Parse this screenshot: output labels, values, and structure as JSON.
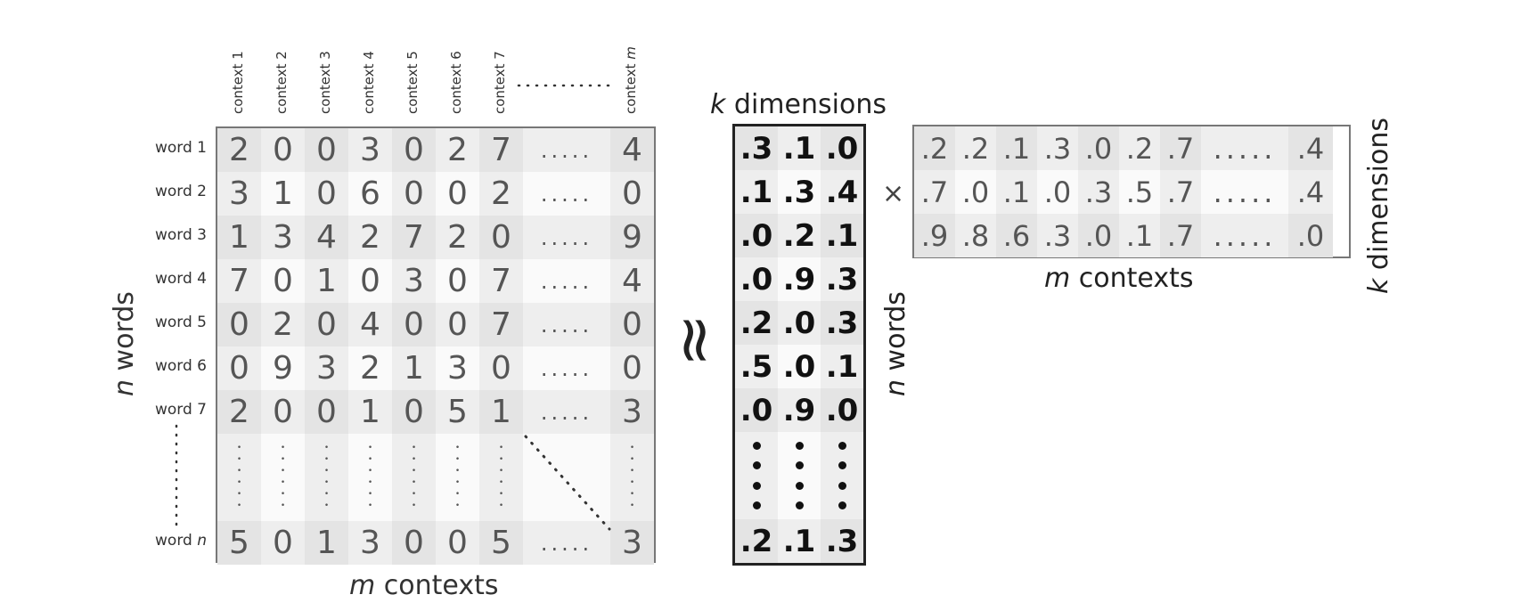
{
  "columns": [
    "context 1",
    "context 2",
    "context 3",
    "context 4",
    "context 5",
    "context 6",
    "context 7"
  ],
  "last_column": "context m",
  "rows": [
    "word 1",
    "word 2",
    "word 3",
    "word 4",
    "word 5",
    "word 6",
    "word 7"
  ],
  "last_row": "word n",
  "matrix": [
    [
      "2",
      "0",
      "0",
      "3",
      "0",
      "2",
      "7",
      "4"
    ],
    [
      "3",
      "1",
      "0",
      "6",
      "0",
      "0",
      "2",
      "0"
    ],
    [
      "1",
      "3",
      "4",
      "2",
      "7",
      "2",
      "0",
      "9"
    ],
    [
      "7",
      "0",
      "1",
      "0",
      "3",
      "0",
      "7",
      "4"
    ],
    [
      "0",
      "2",
      "0",
      "4",
      "0",
      "0",
      "7",
      "0"
    ],
    [
      "0",
      "9",
      "3",
      "2",
      "1",
      "3",
      "0",
      "0"
    ],
    [
      "2",
      "0",
      "0",
      "1",
      "0",
      "5",
      "1",
      "3"
    ]
  ],
  "matrix_last_row": [
    "5",
    "0",
    "1",
    "3",
    "0",
    "0",
    "5",
    "3"
  ],
  "ellipsis": ".....",
  "u_matrix": [
    [
      ".3",
      ".1",
      ".0"
    ],
    [
      ".1",
      ".3",
      ".4"
    ],
    [
      ".0",
      ".2",
      ".1"
    ],
    [
      ".0",
      ".9",
      ".3"
    ],
    [
      ".2",
      ".0",
      ".3"
    ],
    [
      ".5",
      ".0",
      ".1"
    ],
    [
      ".0",
      ".9",
      ".0"
    ]
  ],
  "u_last_row": [
    ".2",
    ".1",
    ".3"
  ],
  "v_matrix": [
    [
      ".2",
      ".2",
      ".1",
      ".3",
      ".0",
      ".2",
      ".7",
      ".4"
    ],
    [
      ".7",
      ".0",
      ".1",
      ".0",
      ".3",
      ".5",
      ".7",
      ".4"
    ],
    [
      ".9",
      ".8",
      ".6",
      ".3",
      ".0",
      ".1",
      ".7",
      ".0"
    ]
  ],
  "labels": {
    "n_words": "words",
    "n_var": "n",
    "m_contexts": "contexts",
    "m_var": "m",
    "k_dimensions": "dimensions",
    "k_var": "k",
    "approx_symbol": "≈",
    "times_symbol": "×"
  }
}
